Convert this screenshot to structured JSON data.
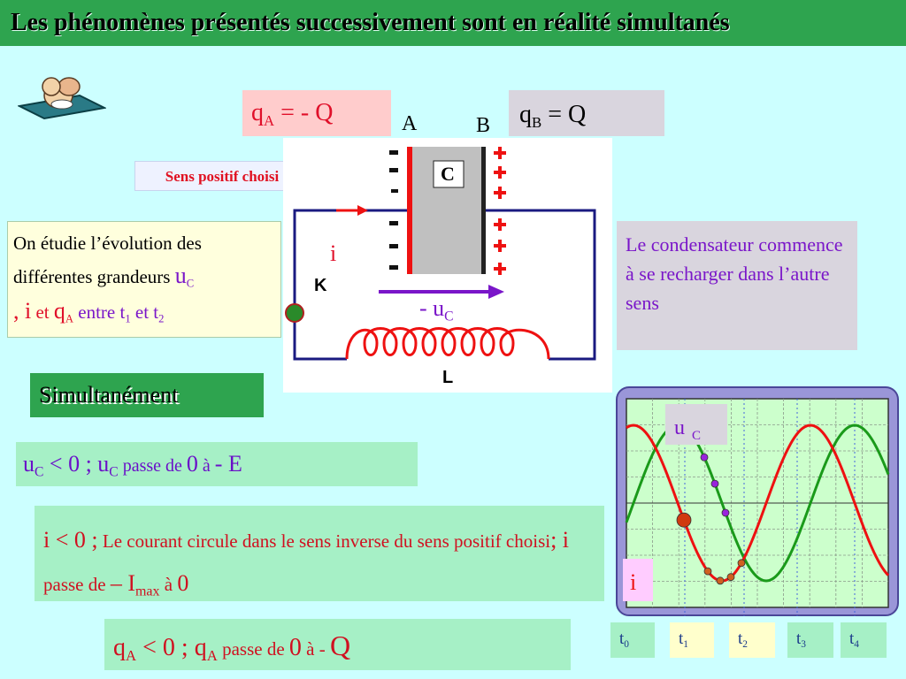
{
  "title": "Les phénomènes présentés successivement sont en réalité simultanés",
  "charge_a": {
    "q": "q",
    "sub": "A",
    "rest": " = - Q"
  },
  "charge_b": {
    "q": "q",
    "sub": "B",
    "rest": " =  Q"
  },
  "plate_a_label": "A",
  "plate_b_label": "B",
  "capacitor_label": "C",
  "current_label": "i",
  "switch_label": "K",
  "inductor_label": "L",
  "voltage_label": {
    "main": "- u",
    "sub": "C"
  },
  "sens_positif": "Sens positif choisi",
  "etude": {
    "text1": "On étudie l’évolution des différentes grandeurs ",
    "uc": "u",
    "uc_sub": "C",
    "comma_i": ", i",
    "et1": " et ",
    "qa": "q",
    "qa_sub": "A",
    "entre": " entre ",
    "t1": "t",
    "t1_sub": "1",
    "et2": " et ",
    "t2": "t",
    "t2_sub": "2"
  },
  "recharge_text": "Le condensateur commence à se recharger dans l’autre sens",
  "simultanement": "Simultanément",
  "uc_line": {
    "a": "u",
    "a_sub": "C",
    "b": " < 0 ; u",
    "b_sub": "C",
    "c": " passe de ",
    "d": "0",
    "e": " à ",
    "f": "- E"
  },
  "i_line": {
    "a": "i < 0 ;",
    "b": "  Le courant circule dans le sens inverse du sens positif choisi",
    "c": "; i",
    "d": " passe de ",
    "e": "– I",
    "e_sub": "max",
    "f": " à ",
    "g": "0"
  },
  "qa_line": {
    "a": "q",
    "a_sub": "A",
    "b": "  < 0 ; q",
    "b_sub": "A",
    "c": " passe de ",
    "d": "0",
    "e": " à - ",
    "f": "Q"
  },
  "scope_labels": {
    "uc": "u",
    "uc_sub": "C",
    "i": "i"
  },
  "time_labels": [
    {
      "t": "t",
      "sub": "0"
    },
    {
      "t": "t",
      "sub": "1"
    },
    {
      "t": "t",
      "sub": "2"
    },
    {
      "t": "t",
      "sub": "3"
    },
    {
      "t": "t",
      "sub": "4"
    }
  ],
  "colors": {
    "title_bg": "#2ea44f",
    "page_bg": "#ccffff",
    "uc_curve": "#1a9a1a",
    "i_curve": "#ee1111",
    "accent_violet": "#7a16c9",
    "accent_red": "#e0102a"
  },
  "icons": [
    "thinking-figure-icon",
    "thinking-figure-icon",
    "right-arrow-icon",
    "plus-icon",
    "minus-icon"
  ]
}
